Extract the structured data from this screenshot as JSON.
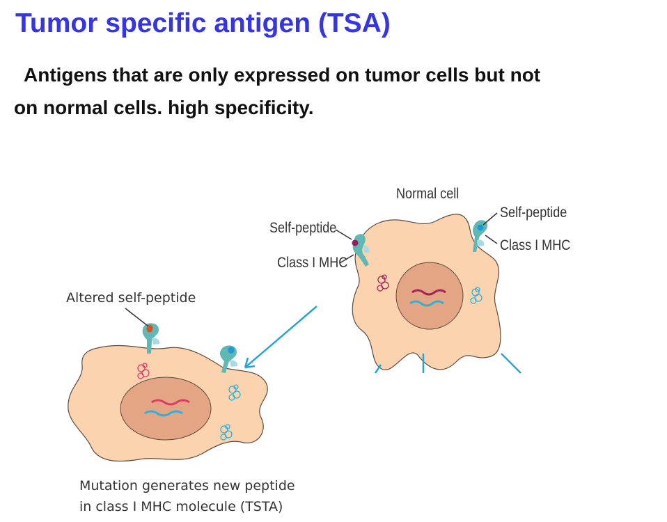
{
  "slide": {
    "title": "Tumor specific antigen (TSA)",
    "body_line1": "Antigens that are only expressed on tumor cells but not",
    "body_line2": "on normal cells.  high specificity."
  },
  "diagram": {
    "normal_cell": {
      "label": "Normal cell",
      "left_peptide_label": "Self-peptide",
      "left_mhc_label": "Class I MHC",
      "right_peptide_label": "Self-peptide",
      "right_mhc_label": "Class I MHC"
    },
    "tumor_cell": {
      "peptide_label": "Altered self-peptide",
      "caption_line1": "Mutation generates new peptide",
      "caption_line2": "in class I MHC molecule (TSTA)"
    },
    "colors": {
      "title": "#3434e8",
      "cytoplasm": "#fbd3ae",
      "nucleus": "#e3a583",
      "mhc": "#5fb8b4",
      "arrow": "#29a3d6",
      "self_peptide_normal": "#9b1b5a",
      "altered_peptide": "#d4542a",
      "self_peptide_blue": "#1e9ad6"
    }
  }
}
